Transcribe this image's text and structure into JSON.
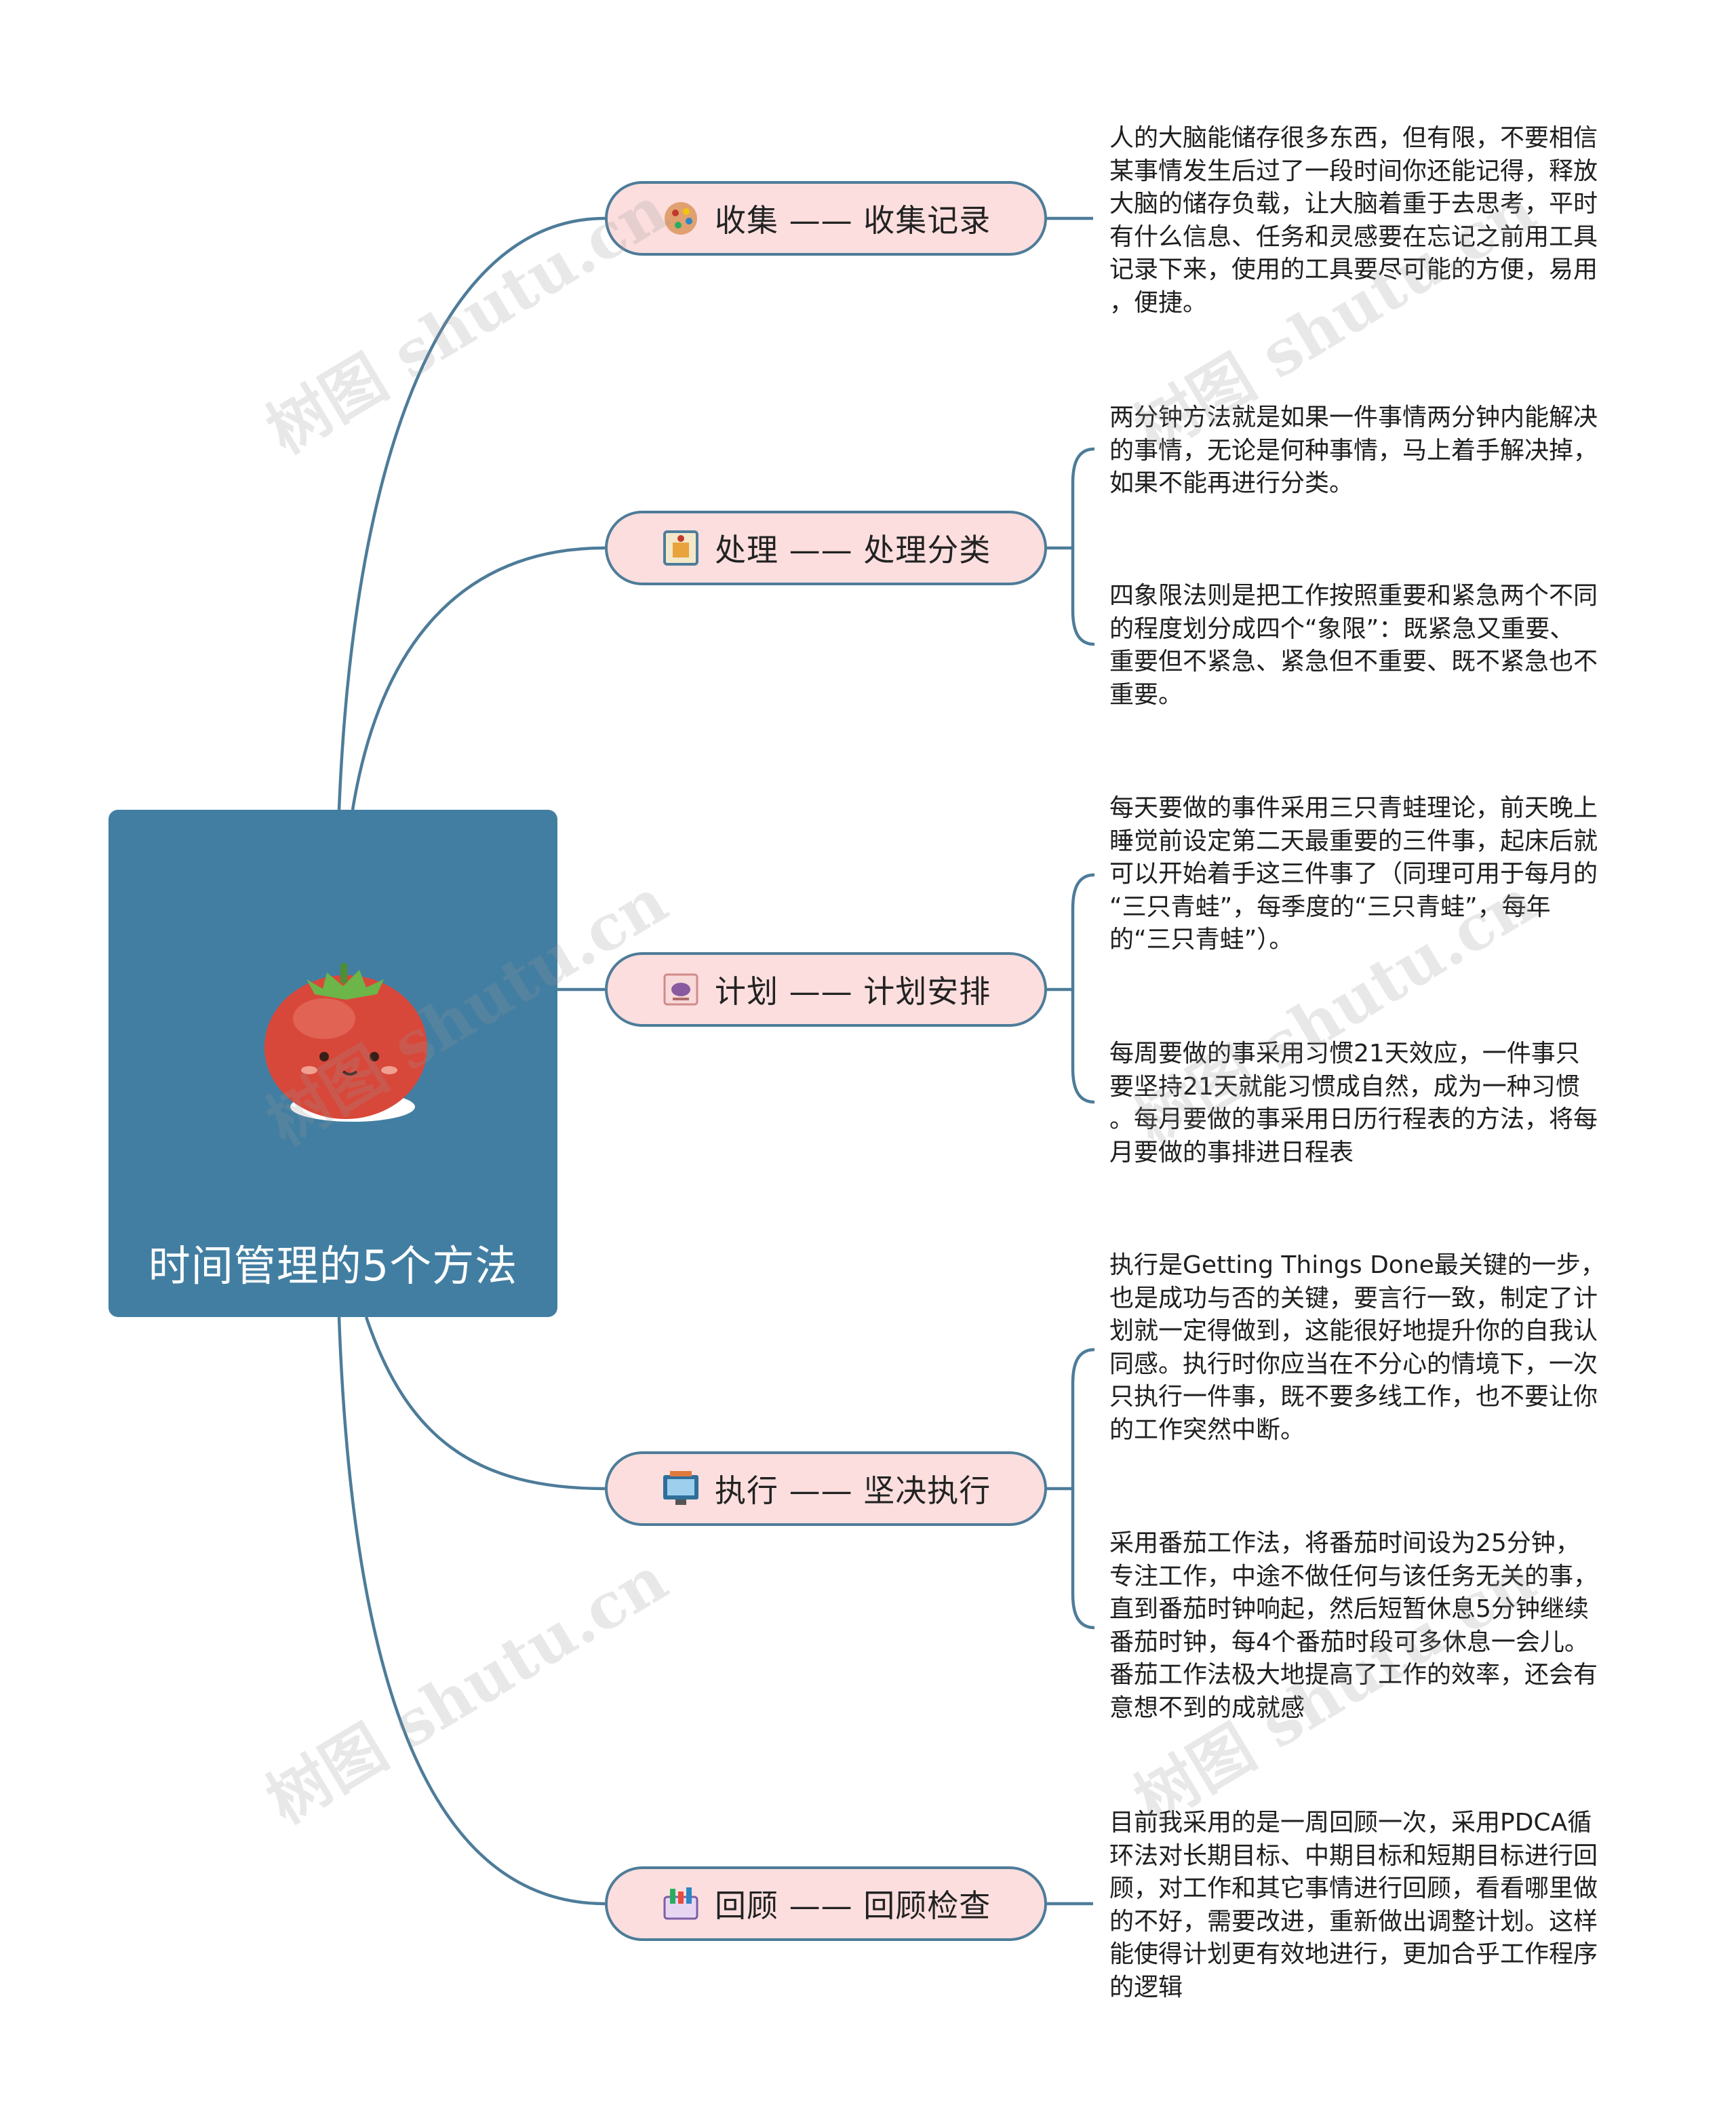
{
  "root": {
    "title": "时间管理的5个方法",
    "illustration": "tomato-mascot"
  },
  "branches": [
    {
      "label": "收集 —— 收集记录",
      "icon": "palette-icon",
      "notes": [
        "人的大脑能储存很多东西，但有限，不要相信\n某事情发生后过了一段时间你还能记得，释放\n大脑的储存负载，让大脑着重于去思考，平时\n有什么信息、任务和灵感要在忘记之前用工具\n记录下来，使用的工具要尽可能的方便，易用\n，便捷。"
      ]
    },
    {
      "label": "处理 —— 处理分类",
      "icon": "frame-icon",
      "notes": [
        "两分钟方法就是如果一件事情两分钟内能解决\n的事情，无论是何种事情，马上着手解决掉，\n如果不能再进行分类。",
        "四象限法则是把工作按照重要和紧急两个不同\n的程度划分成四个“象限”：既紧急又重要、\n重要但不紧急、紧急但不重要、既不紧急也不\n重要。"
      ]
    },
    {
      "label": "计划 —— 计划安排",
      "icon": "tray-icon",
      "notes": [
        "每天要做的事件采用三只青蛙理论，前天晚上\n睡觉前设定第二天最重要的三件事，起床后就\n可以开始着手这三件事了（同理可用于每月的\n“三只青蛙”，每季度的“三只青蛙”，每年\n的“三只青蛙”）。",
        "每周要做的事采用习惯21天效应，一件事只\n要坚持21天就能习惯成自然，成为一种习惯\n。每月要做的事采用日历行程表的方法，将每\n月要做的事排进日程表"
      ]
    },
    {
      "label": "执行 —— 坚决执行",
      "icon": "monitor-icon",
      "notes": [
        "执行是Getting Things Done最关键的一步，\n也是成功与否的关键，要言行一致，制定了计\n划就一定得做到，这能很好地提升你的自我认\n同感。执行时你应当在不分心的情境下，一次\n只执行一件事，既不要多线工作，也不要让你\n的工作突然中断。",
        "采用番茄工作法，将番茄时间设为25分钟，\n专注工作，中途不做任何与该任务无关的事，\n直到番茄时钟响起，然后短暂休息5分钟继续\n番茄时钟，每4个番茄时段可多休息一会儿。\n番茄工作法极大地提高了工作的效率，还会有\n意想不到的成就感"
      ]
    },
    {
      "label": "回顾 —— 回顾检查",
      "icon": "toolbox-icon",
      "notes": [
        "目前我采用的是一周回顾一次，采用PDCA循\n环法对长期目标、中期目标和短期目标进行回\n顾，对工作和其它事情进行回顾，看看哪里做\n的不好，需要改进，重新做出调整计划。这样\n能使得计划更有效地进行，更加合乎工作程序\n的逻辑"
      ]
    }
  ],
  "watermark": "树图 shutu.cn",
  "colors": {
    "root_fill": "#427ea2",
    "branch_fill": "#fcdede",
    "branch_border": "#4d7c99",
    "line": "#4d7c99"
  }
}
